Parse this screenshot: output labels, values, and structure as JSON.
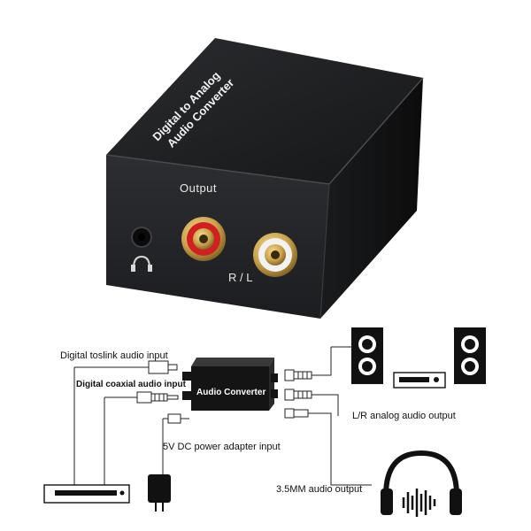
{
  "product": {
    "top_label_line1": "Digital to Analog",
    "top_label_line2": "Audio Converter",
    "output_label": "Output",
    "channel_label": "R / L"
  },
  "diagram": {
    "toslink_label": "Digital  toslink audio input",
    "coaxial_label": "Digital  coaxial audio input",
    "device_label": "Audio Converter",
    "power_label": "5V DC power adapter input",
    "analog_label": "L/R analog audio output",
    "headphone_label": "3.5MM audio output"
  },
  "colors": {
    "case_front": "#26272a",
    "case_top": "#1a1b1d",
    "case_side": "#111214",
    "rca_red": "#d21f1f",
    "rca_white": "#f2f2f2",
    "gold": "#c9a24a",
    "line": "#222222"
  },
  "icons": [
    "headphone-icon",
    "speaker-icon",
    "amplifier-icon",
    "dvd-player-icon",
    "power-adapter-icon",
    "headphones-icon"
  ]
}
